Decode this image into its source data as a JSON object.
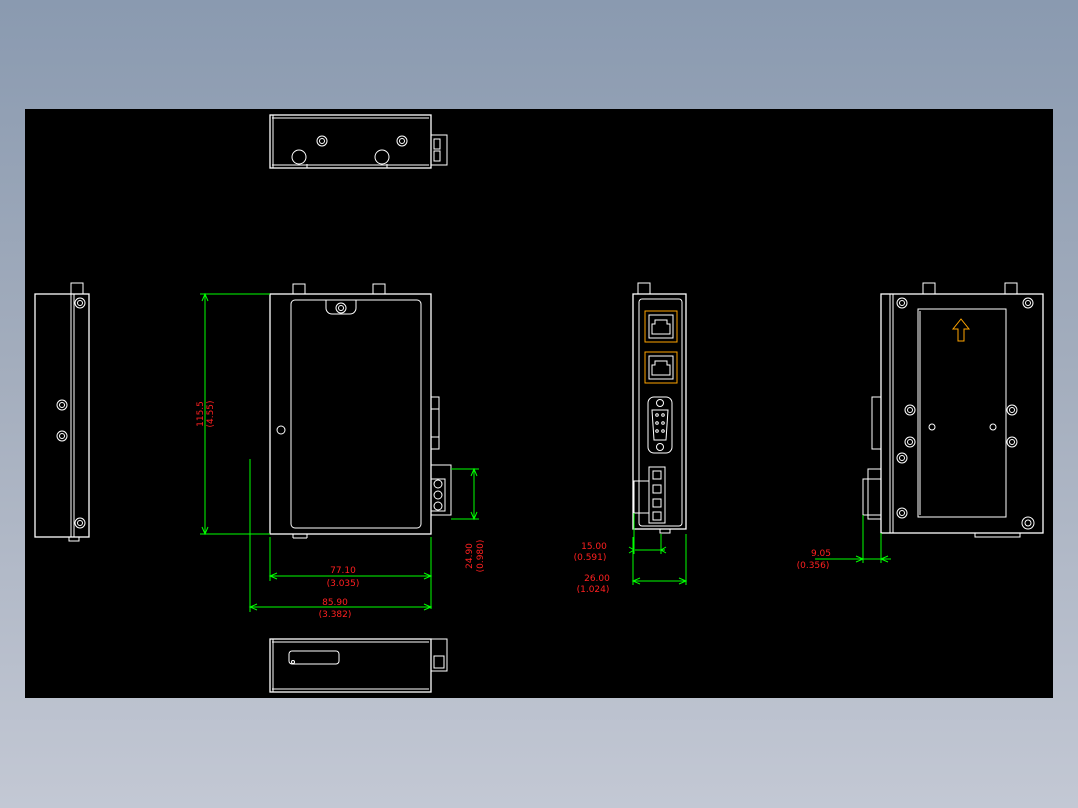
{
  "colors": {
    "background_top": "#8a9ab0",
    "background_bottom": "#c3c8d4",
    "canvas": "#000000",
    "outline": "#ffffff",
    "dimension_line": "#00ff00",
    "dimension_text": "#ff2020",
    "arrow": "#ffa500"
  },
  "dimensions": {
    "height_mm": "115.5",
    "height_in": "(4.55)",
    "width_mm": "77.10",
    "width_in": "(3.035)",
    "overall_width_mm": "85.90",
    "overall_width_in": "(3.382)",
    "connector_mm": "24.90",
    "connector_in": "(0.980)",
    "front_offset_mm": "15.00",
    "front_offset_in": "(0.591)",
    "depth_mm": "26.00",
    "depth_in": "(1.024)",
    "rail_offset_mm": "9.05",
    "rail_offset_in": "(0.356)"
  }
}
